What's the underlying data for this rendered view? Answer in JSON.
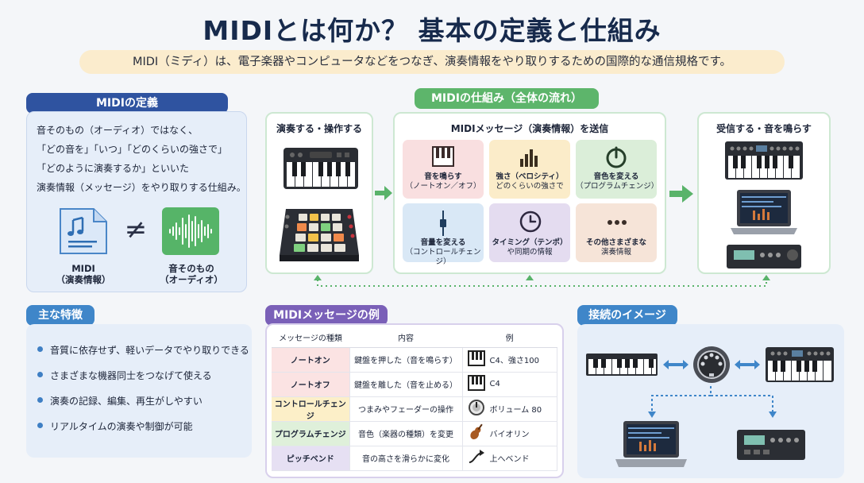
{
  "title": "MIDIとは何か？ 基本の定義と仕組み",
  "subtitle": "MIDI（ミディ）は、電子楽器やコンピュータなどをつなぎ、演奏情報をやり取りするための国際的な通信規格です。",
  "definition": {
    "heading": "MIDIの定義",
    "lines": [
      "音そのもの（オーディオ）ではなく、",
      "「どの音を」「いつ」「どのくらいの強さで」",
      "「どのように演奏するか」といいた",
      "演奏情報（メッセージ）をやり取りする仕組み。"
    ],
    "midi_caption_1": "MIDI",
    "midi_caption_2": "（演奏情報）",
    "not_equal": "≠",
    "audio_caption_1": "音そのもの",
    "audio_caption_2": "（オーディオ）"
  },
  "flow": {
    "heading": "MIDIの仕組み（全体の流れ）",
    "send_heading": "演奏する・操作する",
    "message_heading": "MIDIメッセージ（演奏情報）を送信",
    "receive_heading": "受信する・音を鳴らす",
    "cards": [
      {
        "line1": "音を鳴らす",
        "line2": "（ノートオン／オフ）",
        "bg": "#f9dfe0",
        "icon": "keyboard-icon"
      },
      {
        "line1": "強さ（ベロシティ）",
        "line2": "どのくらいの強さで",
        "bg": "#fbecc9",
        "icon": "bar-chart-icon"
      },
      {
        "line1": "音色を変える",
        "line2": "（プログラムチェンジ）",
        "bg": "#dbeed9",
        "icon": "power-knob-icon"
      },
      {
        "line1": "音量を変える",
        "line2": "（コントロールチェンジ）",
        "bg": "#d9e8f6",
        "icon": "fader-icon"
      },
      {
        "line1": "タイミング（テンポ）",
        "line2": "や同期の情報",
        "bg": "#e4dcf0",
        "icon": "clock-icon"
      },
      {
        "line1": "その他さまざまな",
        "line2": "演奏情報",
        "bg": "#f6e4d8",
        "icon": "more-icon"
      }
    ]
  },
  "features": {
    "heading": "主な特徴",
    "items": [
      "音質に依存せず、軽いデータでやり取りできる",
      "さまざまな機器同士をつなげて使える",
      "演奏の記録、編集、再生がしやすい",
      "リアルタイムの演奏や制御が可能"
    ]
  },
  "examples": {
    "heading": "MIDIメッセージの例",
    "columns": [
      "メッセージの種類",
      "内容",
      "例"
    ],
    "rows": [
      {
        "type": "ノートオン",
        "desc": "鍵盤を押した（音を鳴らす）",
        "example": "C4、強さ100",
        "color": "#fbe3e3",
        "icon": "keyboard-icon"
      },
      {
        "type": "ノートオフ",
        "desc": "鍵盤を離した（音を止める）",
        "example": "C4",
        "color": "#fbe3e3",
        "icon": "keyboard-icon"
      },
      {
        "type": "コントロールチェンジ",
        "desc": "つまみやフェーダーの操作",
        "example": "ボリューム 80",
        "color": "#fcefc8",
        "icon": "knob-icon"
      },
      {
        "type": "プログラムチェンジ",
        "desc": "音色（楽器の種類）を変更",
        "example": "バイオリン",
        "color": "#dff0da",
        "icon": "violin-icon"
      },
      {
        "type": "ピッチベンド",
        "desc": "音の高さを滑らかに変化",
        "example": "上へベンド",
        "color": "#e6e0f3",
        "icon": "bend-arrow-icon"
      }
    ]
  },
  "connection": {
    "heading": "接続のイメージ"
  },
  "colors": {
    "navy": "#23468a",
    "green": "#5db56b",
    "purple": "#7a60b8",
    "blue": "#3f86c9",
    "arrow_green": "#59b36a"
  }
}
